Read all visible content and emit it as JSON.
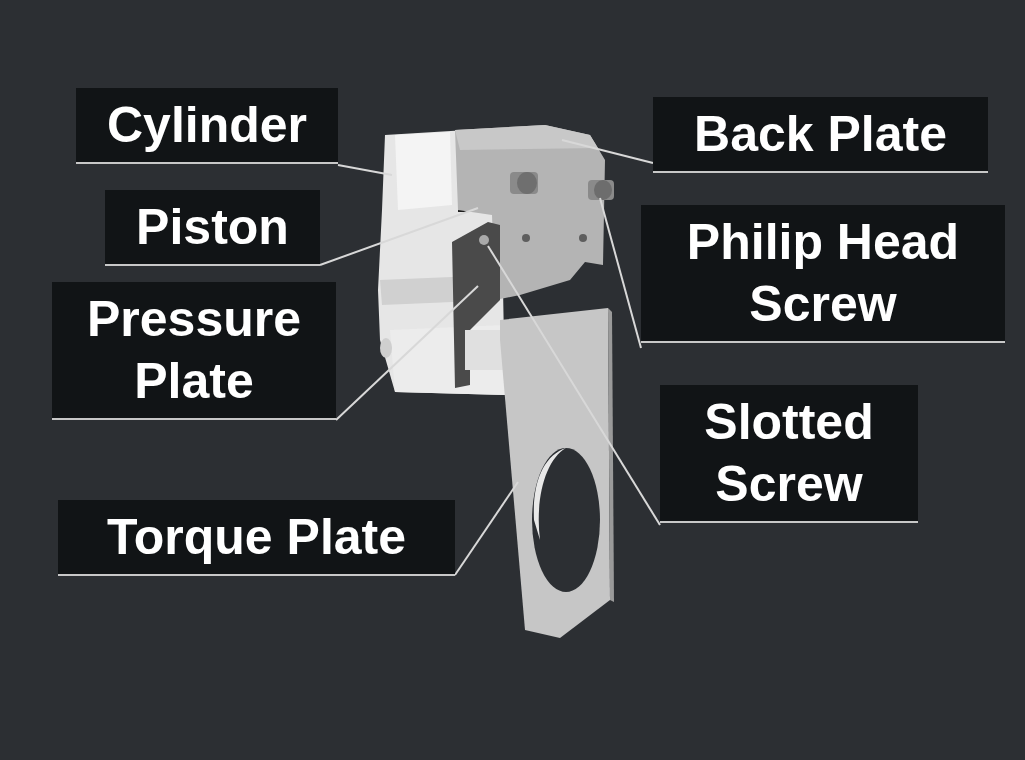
{
  "diagram": {
    "labels": [
      "Cylinder",
      "Piston",
      "Pressure Plate",
      "Torque Plate",
      "Back Plate",
      "Philip Head Screw",
      "Slotted Screw"
    ]
  }
}
